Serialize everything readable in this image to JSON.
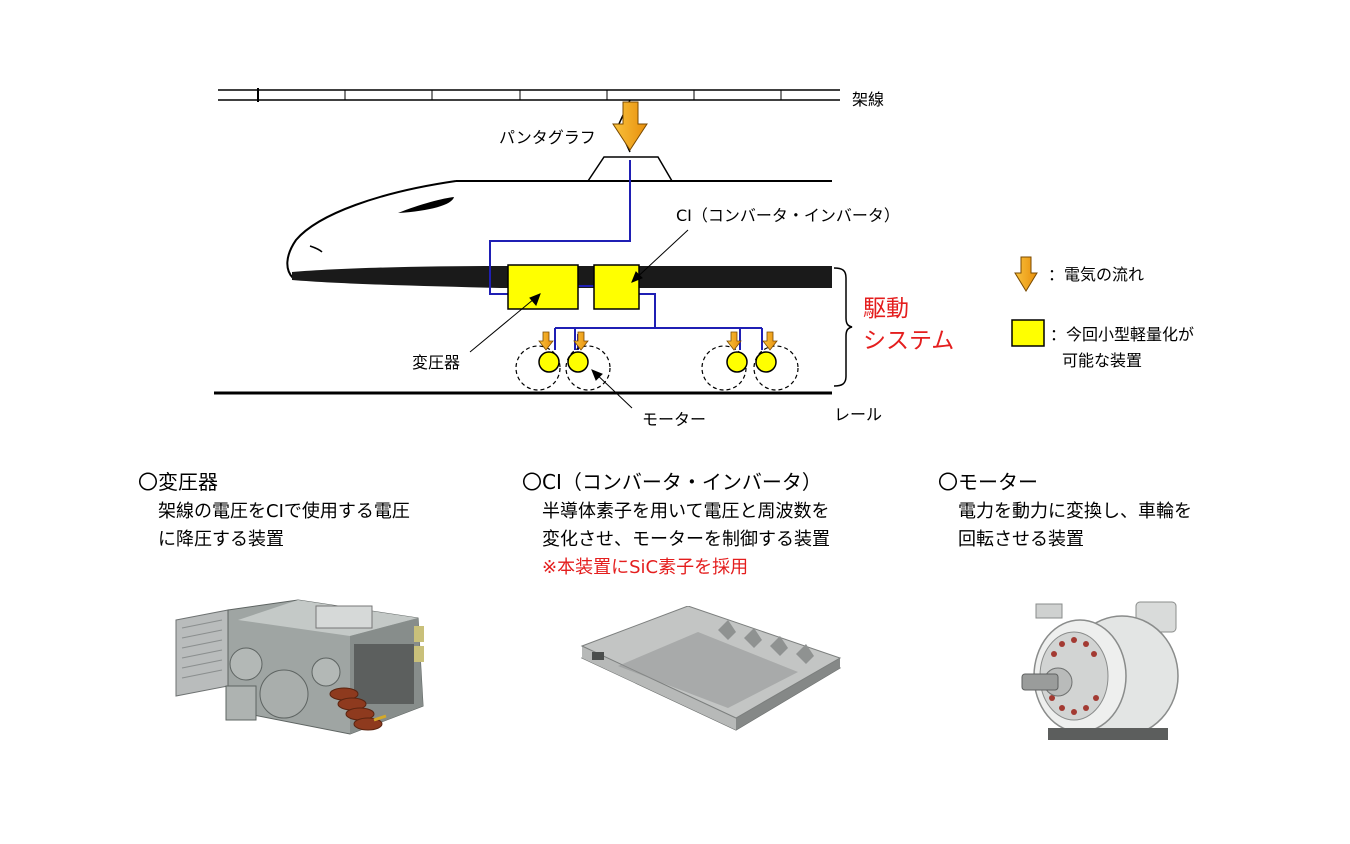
{
  "diagram": {
    "overhead_line_label": "架線",
    "pantograph_label": "パンタグラフ",
    "ci_label": "CI（コンバータ・インバータ）",
    "transformer_label": "変圧器",
    "motor_label": "モーター",
    "rail_label": "レール",
    "drive_system_label_1": "駆動",
    "drive_system_label_2": "システム"
  },
  "legend": {
    "flow_label": "：電気の流れ",
    "device_label_1": "：今回小型軽量化が",
    "device_label_2": "可能な装置"
  },
  "colors": {
    "device_yellow": "#ffff00",
    "arrow_orange": "#f5a623",
    "wire_blue": "#1f1fb4",
    "accent_red": "#e41e1e"
  },
  "sections": [
    {
      "title": "〇変圧器",
      "lines": [
        "架線の電圧をCIで使用する電圧",
        "に降圧する装置"
      ],
      "note": ""
    },
    {
      "title": "〇CI（コンバータ・インバータ）",
      "lines": [
        "半導体素子を用いて電圧と周波数を",
        "変化させ、モーターを制御する装置"
      ],
      "note": "※本装置にSiC素子を採用"
    },
    {
      "title": "〇モーター",
      "lines": [
        "電力を動力に変換し、車輪を",
        "回転させる装置"
      ],
      "note": ""
    }
  ]
}
